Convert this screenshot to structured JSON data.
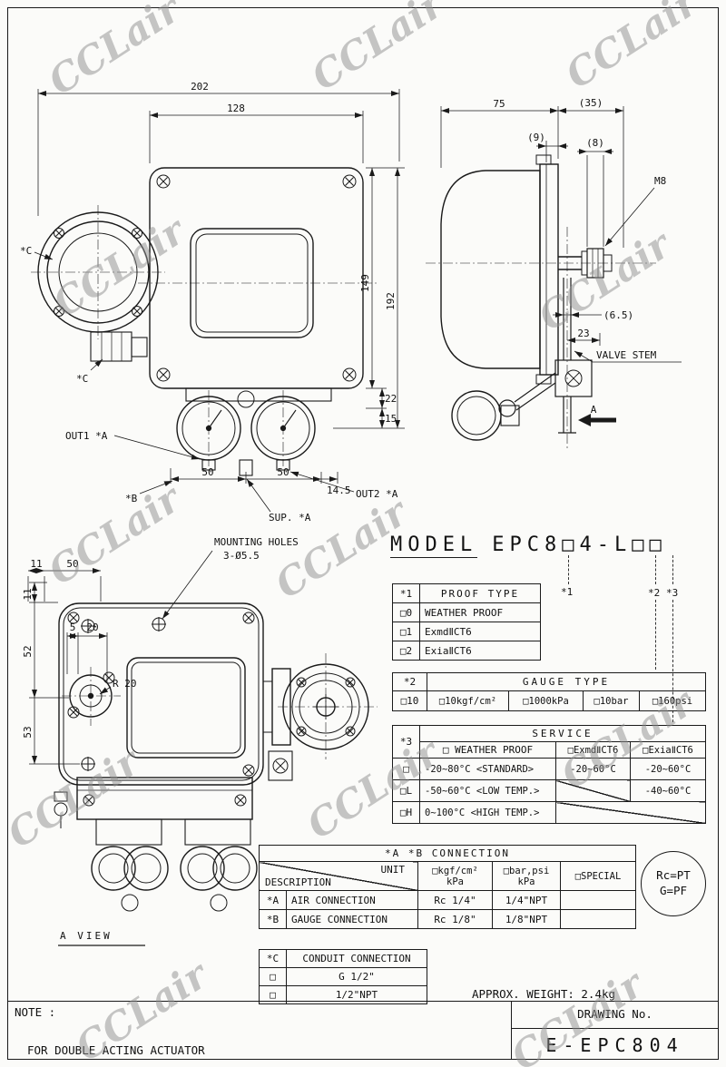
{
  "watermark": "CCLair",
  "model": {
    "label": "MODEL",
    "code": "EPC8□4-L□□",
    "ref1": "*1",
    "ref2": "*2",
    "ref3": "*3"
  },
  "front_view": {
    "dim_202": "202",
    "dim_128": "128",
    "dim_149": "149",
    "dim_192": "192",
    "dim_22": "22",
    "dim_15": "15",
    "dim_50a": "50",
    "dim_50b": "50",
    "dim_14_5": "14.5",
    "label_c_top": "*C",
    "label_c_bottom": "*C",
    "label_out1": "OUT1 *A",
    "label_b": "*B",
    "label_out2": "OUT2 *A",
    "label_sup": "SUP. *A"
  },
  "side_view": {
    "dim_75": "75",
    "dim_35": "(35)",
    "dim_9": "(9)",
    "dim_8": "(8)",
    "dim_6_5": "(6.5)",
    "dim_23": "23",
    "label_m8": "M8",
    "label_valve_stem": "VALVE STEM",
    "label_section": "A"
  },
  "a_view": {
    "title": "A VIEW",
    "mounting_holes_line1": "MOUNTING HOLES",
    "mounting_holes_line2": "3-Ø5.5",
    "dim_11_top": "11",
    "dim_50": "50",
    "dim_11_left": "11",
    "dim_52": "52",
    "dim_53": "53",
    "dim_5": "5",
    "dim_20": "20",
    "label_r20": "R 20"
  },
  "proof_table": {
    "ref": "*1",
    "title": "PROOF TYPE",
    "rows": [
      {
        "key": "□0",
        "value": "WEATHER PROOF"
      },
      {
        "key": "□1",
        "value": "ExmdⅡCT6"
      },
      {
        "key": "□2",
        "value": "ExiaⅡCT6"
      }
    ]
  },
  "gauge_table": {
    "ref": "*2",
    "title": "GAUGE TYPE",
    "key": "□10",
    "options": [
      "□10kgf/cm²",
      "□1000kPa",
      "□10bar",
      "□160psi"
    ]
  },
  "service_table": {
    "ref": "*3",
    "title": "SERVICE",
    "col_weather": "□ WEATHER PROOF",
    "col_exmd": "□ExmdⅡCT6",
    "col_exia": "□ExiaⅡCT6",
    "rows": [
      {
        "key": "□",
        "weather": "-20~80°C <STANDARD>",
        "exmd": "-20~60°C",
        "exia": "-20~60°C"
      },
      {
        "key": "□L",
        "weather": "-50~60°C <LOW TEMP.>",
        "exmd": "",
        "exia": "-40~60°C"
      },
      {
        "key": "□H",
        "weather": "0~100°C <HIGH TEMP.>",
        "exmd": "",
        "exia": ""
      }
    ]
  },
  "connection_table": {
    "title": "*A *B CONNECTION",
    "unit_label": "UNIT",
    "description_label": "DESCRIPTION",
    "col1_line1": "□kgf/cm²",
    "col1_line2": "kPa",
    "col2_line1": "□bar,psi",
    "col2_line2": "kPa",
    "col3": "□SPECIAL",
    "rows": [
      {
        "key": "*A",
        "desc": "AIR CONNECTION",
        "v1": "Rc 1/4\"",
        "v2": "1/4\"NPT",
        "v3": ""
      },
      {
        "key": "*B",
        "desc": "GAUGE CONNECTION",
        "v1": "Rc 1/8\"",
        "v2": "1/8\"NPT",
        "v3": ""
      }
    ]
  },
  "thread_note": {
    "line1": "Rc=PT",
    "line2": "G=PF"
  },
  "conduit_table": {
    "ref": "*C",
    "title": "CONDUIT CONNECTION",
    "rows": [
      {
        "key": "□",
        "value": "G 1/2\""
      },
      {
        "key": "□",
        "value": "1/2\"NPT"
      }
    ]
  },
  "weight_note": "APPROX. WEIGHT: 2.4kg",
  "footer": {
    "note_label": "NOTE :",
    "note_text": "FOR DOUBLE ACTING ACTUATOR",
    "drawing_no_label": "DRAWING No.",
    "drawing_no": "E-EPC804"
  }
}
